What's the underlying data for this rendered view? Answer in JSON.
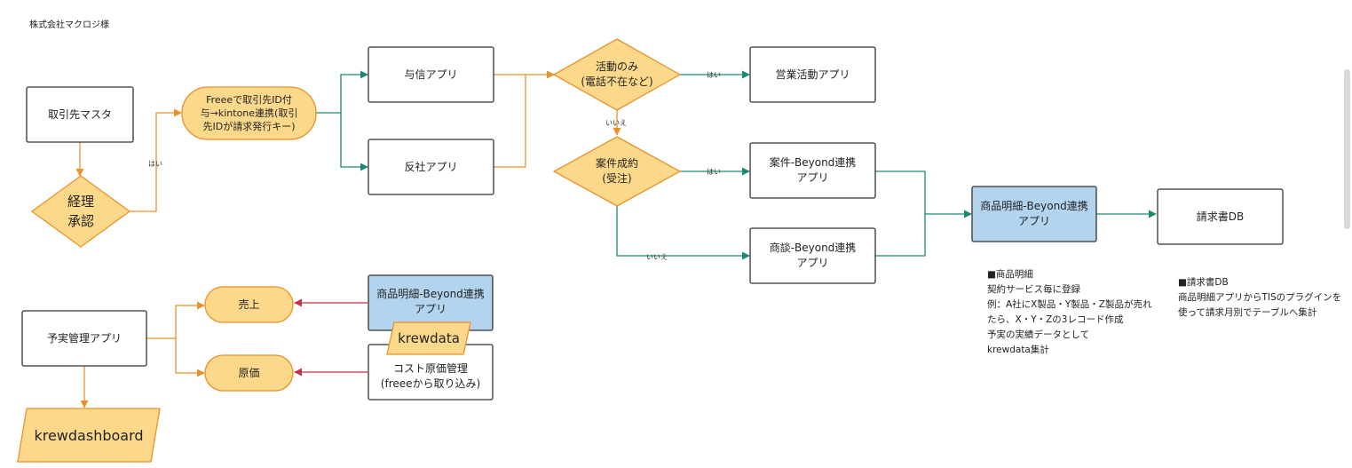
{
  "header": {
    "company": "株式会社マクロジ様"
  },
  "colors": {
    "orange": "#e8922a",
    "yellow": "#fcd98a",
    "blue": "#b3d4ee",
    "teal": "#1a8a72",
    "red": "#c0334a",
    "border": "#333333"
  },
  "nodes": {
    "torihikisaki": "取引先マスタ",
    "keiri": "経理\n承認",
    "freee": "Freeeで取引先ID付\n与→kintone連携(取引\n先IDが請求発行キー)",
    "yoshin": "与信アプリ",
    "hansha": "反社アプリ",
    "katsudo": "活動のみ\n(電話不在など)",
    "eigyo": "営業活動アプリ",
    "anken_decision": "案件成約\n(受注)",
    "anken_beyond": "案件-Beyond連携\nアプリ",
    "shodan_beyond": "商談-Beyond連携\nアプリ",
    "shohin_beyond": "商品明細-Beyond連携\nアプリ",
    "seikyusho": "請求書DB",
    "yojitsu": "予実管理アプリ",
    "uriage": "売上",
    "genka": "原価",
    "shohin_beyond2": "商品明細-Beyond連携\nアプリ",
    "krewdata": "krewdata",
    "cost": "コスト原価管理\n(freeeから取り込み)",
    "krewdashboard": "krewdashboard"
  },
  "edge_labels": {
    "keiri_hai": "はい",
    "katsudo_hai": "はい",
    "katsudo_iie": "いいえ",
    "anken_hai": "はい",
    "anken_iie": "いいえ"
  },
  "notes": {
    "shohin": "■商品明細\n契約サービス毎に登録\n例：A社にX製品・Y製品・Z製品が売れ\nたら、X・Y・Zの3レコード作成\n予実の実績データとして\nkrewdata集計",
    "seikyu": "■請求書DB\n商品明細アプリからTISのプラグインを\n使って請求月別でテーブルへ集計"
  }
}
